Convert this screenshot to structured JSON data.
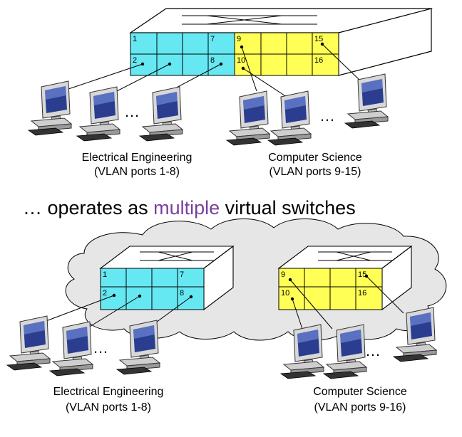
{
  "colors": {
    "ee_ports": "#66e8f2",
    "cs_ports": "#ffff55",
    "cloud_fill": "#e6e6e6",
    "accent_word": "#7b3fa0"
  },
  "top": {
    "ee_port_labels": {
      "p1": "1",
      "p2": "2",
      "p7": "7",
      "p8": "8"
    },
    "cs_port_labels": {
      "p9": "9",
      "p10": "10",
      "p15": "15",
      "p16": "16"
    },
    "ee_caption": {
      "line1": "Electrical Engineering",
      "line2": "(VLAN ports 1-8)"
    },
    "cs_caption": {
      "line1": "Computer Science",
      "line2": "(VLAN ports 9-15)"
    },
    "ellipsis": "…"
  },
  "headline": {
    "prefix": "… operates as ",
    "emphasis": "multiple",
    "suffix": " virtual switches"
  },
  "bottom": {
    "ee_port_labels": {
      "p1": "1",
      "p2": "2",
      "p7": "7",
      "p8": "8"
    },
    "cs_port_labels": {
      "p9": "9",
      "p10": "10",
      "p15": "15",
      "p16": "16"
    },
    "ee_caption": {
      "line1": "Electrical Engineering",
      "line2": "(VLAN ports 1-8)"
    },
    "cs_caption": {
      "line1": "Computer Science",
      "line2": "(VLAN ports 9-16)"
    },
    "ellipsis": "…"
  },
  "icons": {
    "switch": "switch-icon",
    "computer": "desktop-computer-icon",
    "cloud": "cloud-icon"
  }
}
